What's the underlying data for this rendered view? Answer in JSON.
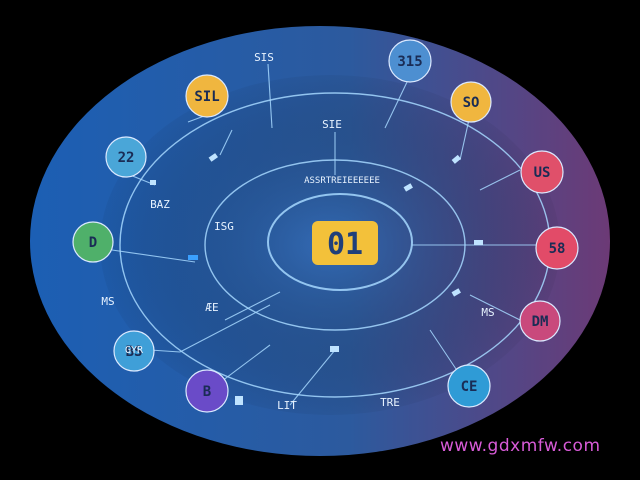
{
  "center": {
    "label": "01",
    "color": "#f3c13a"
  },
  "nodes": [
    {
      "id": "n-315",
      "label": "315",
      "color": "#4d8fd1"
    },
    {
      "id": "n-sil",
      "label": "SIL",
      "color": "#f0b63f"
    },
    {
      "id": "n-so",
      "label": "SO",
      "color": "#f0b63f"
    },
    {
      "id": "n-22",
      "label": "22",
      "color": "#4aa6d8"
    },
    {
      "id": "n-us",
      "label": "US",
      "color": "#e0506a"
    },
    {
      "id": "n-d",
      "label": "D",
      "color": "#4fb06a"
    },
    {
      "id": "n-58",
      "label": "58",
      "color": "#e24b68"
    },
    {
      "id": "n-dm",
      "label": "DM",
      "color": "#c9497c"
    },
    {
      "id": "n-bs",
      "label": "BS",
      "color": "#3f9fd8"
    },
    {
      "id": "n-b",
      "label": "B",
      "color": "#6a4bc8"
    },
    {
      "id": "n-ce",
      "label": "CE",
      "color": "#2f9bd6"
    }
  ],
  "labels": [
    {
      "id": "l-sis",
      "text": "SIS"
    },
    {
      "id": "l-sie",
      "text": "SIE"
    },
    {
      "id": "l-ring",
      "text": "ASSRTREIEEEEEE"
    },
    {
      "id": "l-baz",
      "text": "BAZ"
    },
    {
      "id": "l-isg",
      "text": "ISG"
    },
    {
      "id": "l-ms",
      "text": "MS"
    },
    {
      "id": "l-ms2",
      "text": "MS"
    },
    {
      "id": "l-ae",
      "text": "ÆE"
    },
    {
      "id": "l-gyr",
      "text": "GYR"
    },
    {
      "id": "l-lit",
      "text": "LIT"
    },
    {
      "id": "l-tre",
      "text": "TRE"
    }
  ],
  "watermark": "www.gdxmfw.com",
  "colors": {
    "ellipse_left": "#1f63b8",
    "ellipse_right": "#6a3a78",
    "ring": "#9ad3ff"
  }
}
